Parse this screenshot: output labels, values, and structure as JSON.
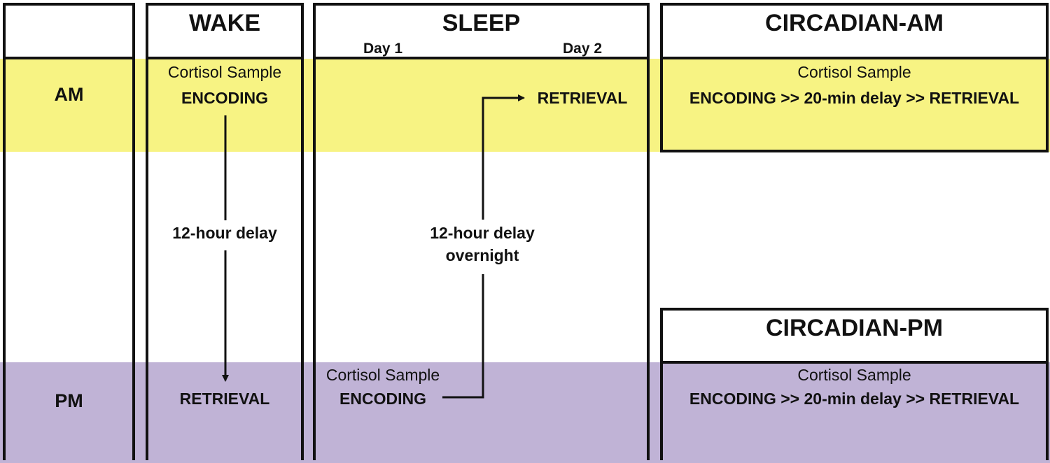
{
  "colors": {
    "am_band": "#f7f383",
    "pm_band": "#c0b3d6",
    "border": "#111111"
  },
  "row_labels": {
    "am": "AM",
    "pm": "PM"
  },
  "wake": {
    "title": "WAKE",
    "am_sample": "Cortisol Sample",
    "am_encoding": "ENCODING",
    "delay": "12-hour delay",
    "pm_retrieval": "RETRIEVAL"
  },
  "sleep": {
    "title": "SLEEP",
    "day1": "Day 1",
    "day2": "Day 2",
    "am_retrieval": "RETRIEVAL",
    "delay_line1": "12-hour delay",
    "delay_line2": "overnight",
    "pm_sample": "Cortisol Sample",
    "pm_encoding": "ENCODING"
  },
  "circadian_am": {
    "title": "CIRCADIAN-AM",
    "sample": "Cortisol Sample",
    "sequence": "ENCODING >> 20-min delay >> RETRIEVAL"
  },
  "circadian_pm": {
    "title": "CIRCADIAN-PM",
    "sample": "Cortisol Sample",
    "sequence": "ENCODING >> 20-min delay >> RETRIEVAL"
  }
}
